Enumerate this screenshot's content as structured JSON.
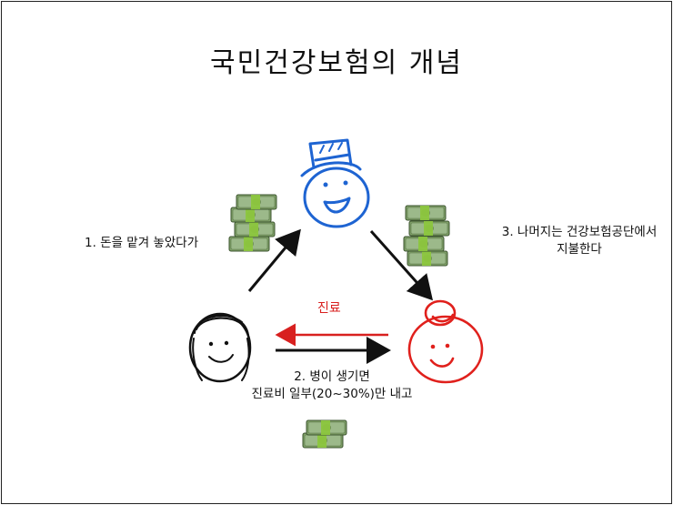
{
  "title": "국민건강보험의 개념",
  "labels": {
    "step1": "1. 돈을 맡겨 놓았다가",
    "step2_line1": "2. 병이 생기면",
    "step2_line2": "진료비 일부(20~30%)만 내고",
    "step3_line1": "3. 나머지는 건강보험공단에서",
    "step3_line2": "지불한다",
    "treatment": "진료"
  },
  "figures": {
    "insurer": "blue-hat-face-icon",
    "patient": "black-hair-face-icon",
    "hospital": "red-bun-face-icon",
    "money": "money-stack-icon"
  },
  "colors": {
    "insurer": "#1e64d2",
    "patient": "#111111",
    "hospital": "#e0201c",
    "treatment_arrow": "#d8201f",
    "money_green": "#7a9c62",
    "money_band": "#8cc63e"
  }
}
